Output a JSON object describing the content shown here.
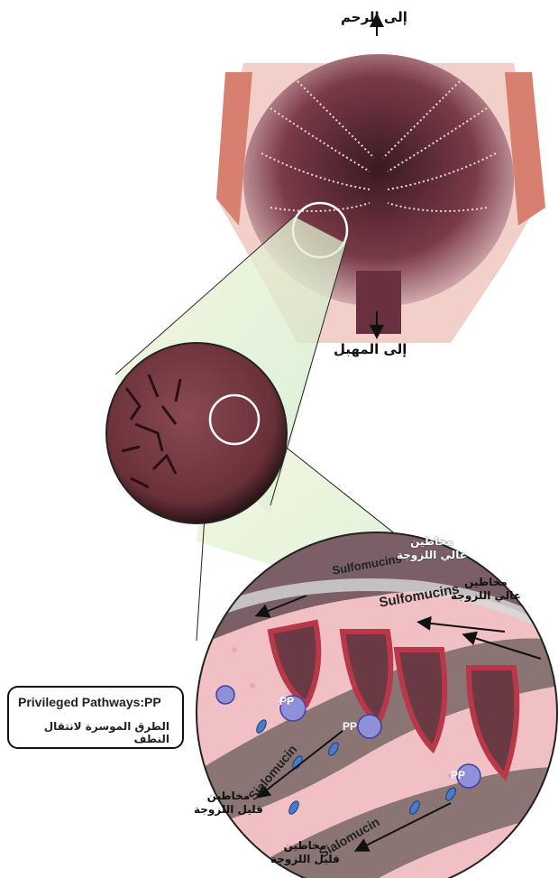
{
  "labels": {
    "to_uterus": "إلى الرحم",
    "to_vagina": "إلى المهبل",
    "sulfomucins": "Sulfomucins",
    "sialomucin": "Sialomucin",
    "pp": "PP",
    "high_viscosity_mucin_line1": "مخاطين",
    "high_viscosity_mucin_line2": "عالي اللزوجة",
    "low_viscosity_mucin_line1": "مخاطين",
    "low_viscosity_mucin_line2": "قليل اللزوجة"
  },
  "legend": {
    "title": "Privileged Pathways:PP",
    "description": "الطرق الموسرة لانتقال النطف"
  },
  "colors": {
    "tissue": "#7a3a45",
    "mucosa_pink": "#e8b4b8",
    "mucus_gray": "#8a7474",
    "epithelium_blue": "#8080d0",
    "sperm_blue": "#4a7ac8"
  }
}
